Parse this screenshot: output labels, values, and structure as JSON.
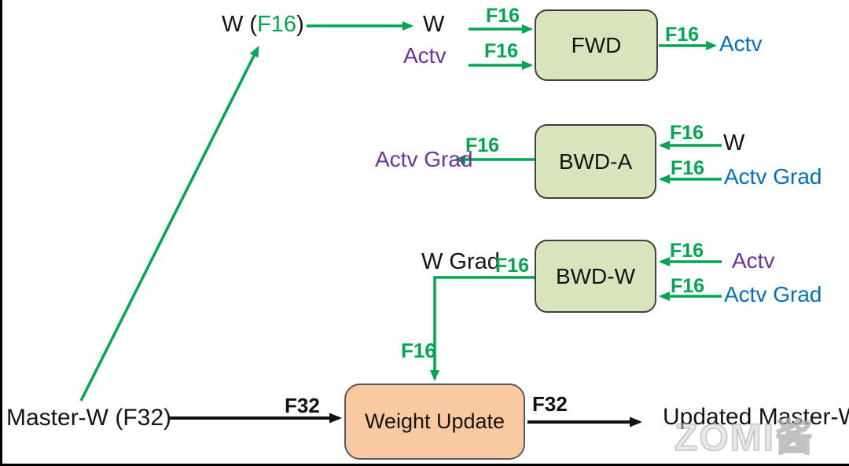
{
  "colors": {
    "arrow_green": "#00a651",
    "arrow_black": "#111111",
    "label_blue": "#0070c0",
    "label_purple": "#7030a0",
    "compute_box_fill": "#d8e4bc",
    "compute_box_border": "#404040",
    "update_box_fill": "#f9c9a2",
    "update_box_border": "#595959",
    "watermark_gray": "#cdcdcd"
  },
  "cast": {
    "prefix": "W (",
    "precision": "F16",
    "suffix": ")"
  },
  "fwd": {
    "title": "FWD",
    "in_w": {
      "label": "W",
      "tag": "F16"
    },
    "in_actv": {
      "label": "Actv",
      "tag": "F16"
    },
    "out": {
      "tag": "F16",
      "label": "Actv"
    }
  },
  "bwd_a": {
    "title": "BWD-A",
    "out": {
      "label": "Actv Grad",
      "tag": "F16"
    },
    "in_w": {
      "tag": "F16",
      "label": "W"
    },
    "in_actv_grad": {
      "tag": "F16",
      "label": "Actv Grad"
    }
  },
  "bwd_w": {
    "title": "BWD-W",
    "out": {
      "label": "W Grad",
      "tag": "F16"
    },
    "in_actv": {
      "tag": "F16",
      "label": "Actv"
    },
    "in_actv_grad": {
      "tag": "F16",
      "label": "Actv Grad"
    }
  },
  "weight_update": {
    "title": "Weight Update",
    "grad_in_tag": "F16",
    "master_in": {
      "label": "Master-W (F32)",
      "tag": "F32"
    },
    "out": {
      "tag": "F32",
      "label": "Updated Master-W"
    }
  },
  "watermark": "ZOMI酱"
}
